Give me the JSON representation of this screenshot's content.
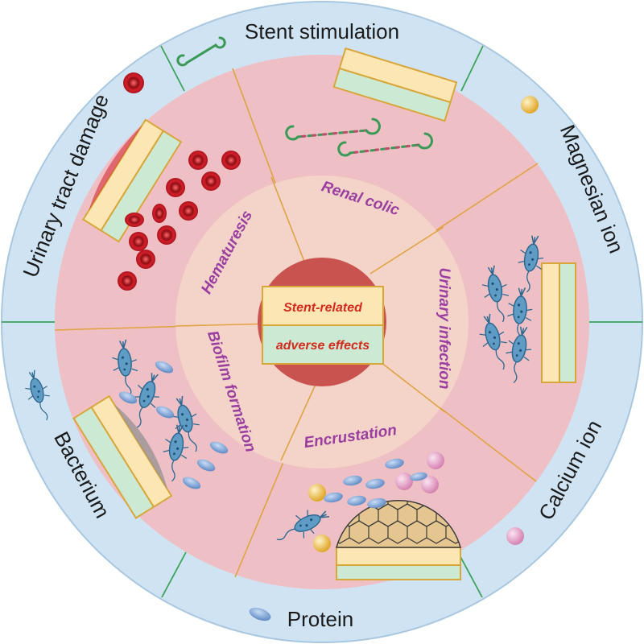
{
  "center": {
    "line1": "Stent-related",
    "line2": "adverse effects"
  },
  "sectors": {
    "renal_colic": "Renal colic",
    "urinary_infection": "Urinary infection",
    "encrustation": "Encrustation",
    "biofilm_formation": "Biofilm formation",
    "hematuresis": "Hematuresis"
  },
  "outer_ring": {
    "stent_stimulation": "Stent stimulation",
    "magnesian_ion": "Magnesian ion",
    "calcium_ion": "Calcium ion",
    "protein": "Protein",
    "bacterium": "Bacterium",
    "urinary_tract_damage": "Urinary tract damage"
  },
  "colors": {
    "outer_ring": "#cfe3f3",
    "middle_ring": "#eec0c6",
    "inner_ring": "#f4d3c8",
    "center_disc": "#c9534e",
    "label_purple": "#9a3fa0",
    "center_text_red": "#d42a1e",
    "stent_band_yellow": "#fce6b4",
    "stent_band_green": "#cce9d4",
    "blood_cell_red": "#d41f2a",
    "bacterium_blue": "#3f86b0",
    "ion_yellow": "#f2c14e",
    "ion_pink": "#e8a6c9",
    "divider_green": "#3ca35a",
    "divider_orange": "#e0a342"
  }
}
